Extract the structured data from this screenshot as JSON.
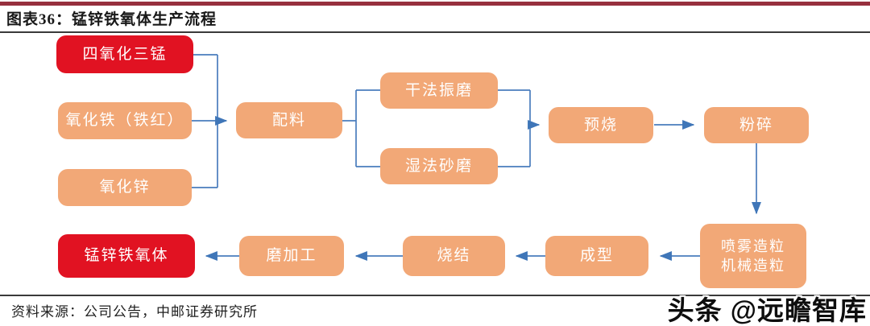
{
  "figure": {
    "title": "图表36：锰锌铁氧体生产流程",
    "source": "资料来源：公司公告，中邮证券研究所",
    "watermark": "头条 @远瞻智库"
  },
  "colors": {
    "highlight_box": "#e11222",
    "process_box": "#f2a877",
    "arrow": "#3f76b8",
    "header_band": "#97303e"
  },
  "diagram": {
    "type": "flowchart",
    "title": "锰锌铁氧体生产流程",
    "nodes": {
      "mn3o4": {
        "label": "四氧化三锰",
        "style": "red"
      },
      "fe2o3": {
        "label": "氧化铁（铁红）",
        "style": "orange"
      },
      "zno": {
        "label": "氧化锌",
        "style": "orange"
      },
      "peiliao": {
        "label": "配料",
        "style": "orange"
      },
      "dry": {
        "label": "干法振磨",
        "style": "orange"
      },
      "wet": {
        "label": "湿法砂磨",
        "style": "orange"
      },
      "presinter": {
        "label": "预烧",
        "style": "orange"
      },
      "crush": {
        "label": "粉碎",
        "style": "orange"
      },
      "granulate": {
        "label": "喷雾造粒\n机械造粒",
        "style": "orange"
      },
      "molding": {
        "label": "成型",
        "style": "orange"
      },
      "sinter": {
        "label": "烧结",
        "style": "orange"
      },
      "grinding": {
        "label": "磨加工",
        "style": "orange"
      },
      "product": {
        "label": "锰锌铁氧体",
        "style": "red"
      }
    },
    "edges": [
      {
        "from": "四氧化三锰",
        "to": "配料"
      },
      {
        "from": "氧化铁（铁红）",
        "to": "配料"
      },
      {
        "from": "氧化锌",
        "to": "配料"
      },
      {
        "from": "配料",
        "to": "干法振磨"
      },
      {
        "from": "配料",
        "to": "湿法砂磨"
      },
      {
        "from": "干法振磨",
        "to": "预烧"
      },
      {
        "from": "湿法砂磨",
        "to": "预烧"
      },
      {
        "from": "预烧",
        "to": "粉碎"
      },
      {
        "from": "粉碎",
        "to": "喷雾造粒/机械造粒"
      },
      {
        "from": "喷雾造粒/机械造粒",
        "to": "成型"
      },
      {
        "from": "成型",
        "to": "烧结"
      },
      {
        "from": "烧结",
        "to": "磨加工"
      },
      {
        "from": "磨加工",
        "to": "锰锌铁氧体"
      }
    ]
  }
}
